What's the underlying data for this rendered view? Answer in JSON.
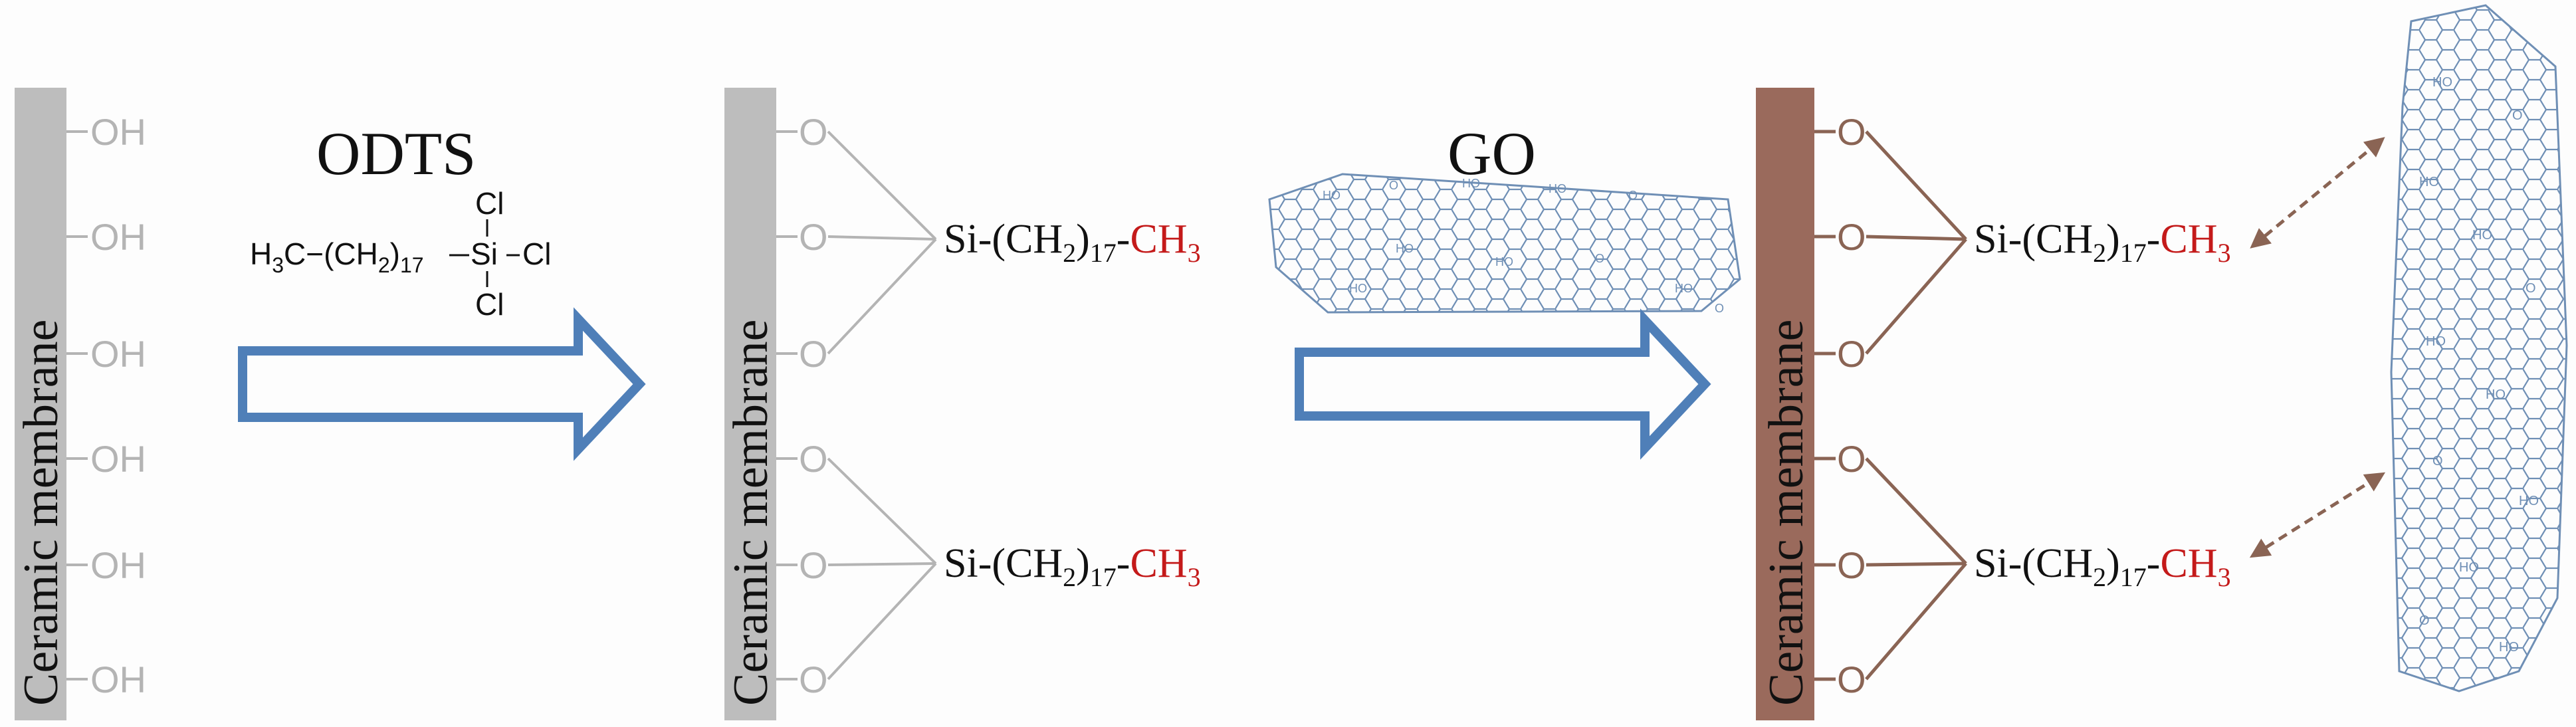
{
  "colors": {
    "membrane_gray": "#bdbdbd",
    "membrane_brown": "#9a6a5c",
    "group_gray": "#b4b4b4",
    "bond_brown": "#8a6454",
    "arrow_blue": "#4f7fb8",
    "methyl_red": "#c41a1a",
    "go_blue": "#6f8fb5",
    "text": "#111111"
  },
  "panel1": {
    "membrane_label": "Ceramic membrane",
    "hydroxyl_label": "OH"
  },
  "step1": {
    "reagent": "ODTS",
    "formula": {
      "h": "H",
      "h_sub": "3",
      "c1": "C−(CH",
      "ch2_sub": "2",
      "close": ")",
      "n_sub": "17",
      "si": "Si",
      "cl": "Cl"
    }
  },
  "panel2": {
    "membrane_label": "Ceramic membrane",
    "oxygen_label": "O",
    "silane": {
      "prefix": "Si-(CH",
      "ch2_sub": "2",
      "close": ")",
      "n_sub": "17",
      "dash": "-",
      "methyl": "CH",
      "methyl_sub": "3"
    }
  },
  "step2": {
    "reagent": "GO",
    "go_labels": {
      "hydroxyl": "HO",
      "oxygen": "O"
    }
  },
  "panel3": {
    "membrane_label": "Ceramic membrane",
    "oxygen_label": "O"
  },
  "icons": [
    "right-arrow-icon",
    "double-headed-arrow-icon",
    "graphene-oxide-sheet-icon"
  ]
}
